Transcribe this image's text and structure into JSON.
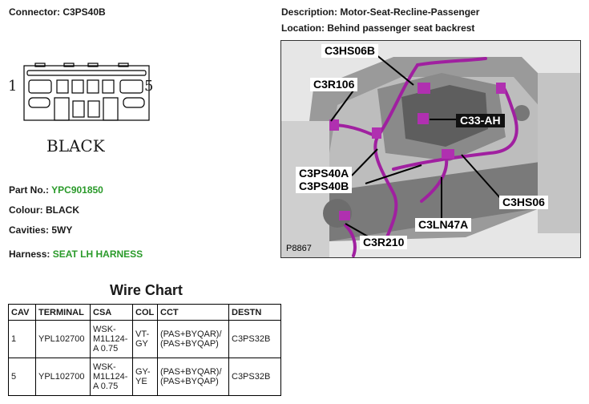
{
  "connector": {
    "label": "Connector: C3PS40B"
  },
  "description": {
    "label": "Description: Motor-Seat-Recline-Passenger"
  },
  "location": {
    "label": "Location: Behind passenger seat backrest"
  },
  "diagram": {
    "pin_left": "1",
    "pin_right": "5",
    "colour_text": "BLACK"
  },
  "details": {
    "part_no_label": "Part No.:",
    "part_no_value": "YPC901850",
    "colour": "Colour: BLACK",
    "cavities": "Cavities: 5WY",
    "harness_label": "Harness:",
    "harness_value": "SEAT LH HARNESS"
  },
  "photo": {
    "callouts": [
      "C3HS06B",
      "C3R106",
      "C33-AH",
      "C3PS40A",
      "C3PS40B",
      "C3HS06",
      "C3LN47A",
      "C3R210"
    ],
    "ref": "P8867"
  },
  "wire_chart": {
    "title": "Wire Chart",
    "headers": [
      "CAV",
      "TERMINAL",
      "CSA",
      "COL",
      "CCT",
      "DESTN"
    ],
    "rows": [
      {
        "cav": "1",
        "terminal": "YPL102700",
        "csa": "WSK-M1L124-A 0.75",
        "col": "VT-GY",
        "cct": "(PAS+BYQAR)/ (PAS+BYQAP)",
        "destn": "C3PS32B"
      },
      {
        "cav": "5",
        "terminal": "YPL102700",
        "csa": "WSK-M1L124-A 0.75",
        "col": "GY-YE",
        "cct": "(PAS+BYQAR)/ (PAS+BYQAP)",
        "destn": "C3PS32B"
      }
    ]
  },
  "colors": {
    "green": "#2a9a2a",
    "harness": "#a020a0"
  }
}
